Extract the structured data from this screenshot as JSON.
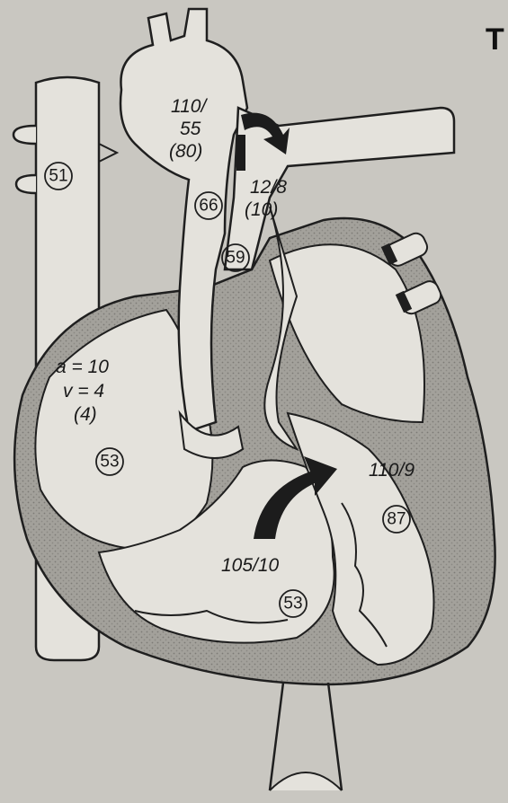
{
  "page": {
    "edge_letter": "T"
  },
  "labels": {
    "aorta_pressure": [
      "110/",
      "55",
      "(80)"
    ],
    "pulmonary_artery_pressure": [
      "12/8",
      "(10)"
    ],
    "right_atrium_pressure": [
      "a = 10",
      "v = 4",
      "(4)"
    ],
    "right_ventricle_pressure": "105/10",
    "left_ventricle_pressure": "110/9"
  },
  "saturations": {
    "svc": "51",
    "aorta": "66",
    "pulmonary_artery": "59",
    "right_atrium": "53",
    "right_ventricle": "53",
    "left_ventricle": "87"
  },
  "colors": {
    "paper": "#c9c7c1",
    "chamber_fill": "#e4e2dc",
    "wall_fill": "#a3a19b",
    "outline": "#1f1f1f",
    "arrow": "#1c1c1c"
  }
}
